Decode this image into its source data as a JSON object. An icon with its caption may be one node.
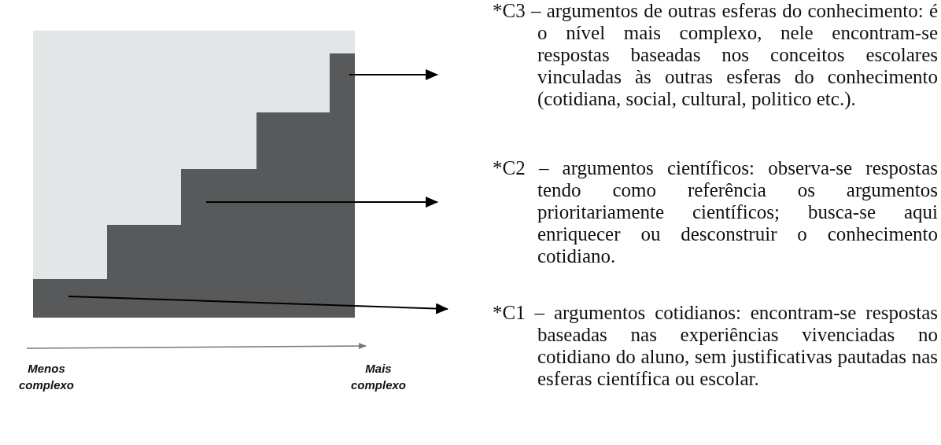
{
  "diagram": {
    "nodes": [
      {
        "text": [],
        "shape": "picture"
      },
      {
        "text": [
          "*C3 – argumentos de outras esferas do conhecimento: é o nível mais complexo, nele encontram-se respostas baseadas nos conceitos escolares vinculadas às outras esferas do conhecimento (cotidiana, social, cultural, politico etc.)."
        ]
      },
      {
        "text": [
          "*C2 – argumentos científicos: observa-se respostas tendo como referência os argumentos prioritariamente científicos;  busca-se aqui enriquecer ou desconstruir o conhecimento cotidiano."
        ]
      },
      {
        "text": [
          "*C1 – argumentos cotidianos: encontram-se respostas baseadas nas experiências vivenciadas no cotidiano do aluno, sem justificativas pautadas nas esferas científica ou escolar."
        ]
      }
    ],
    "edges": [
      {
        "from": 0,
        "to": 1,
        "arrow": "to"
      },
      {
        "from": 0,
        "to": 2,
        "arrow": "to"
      },
      {
        "from": 0,
        "to": 3,
        "arrow": "to"
      }
    ],
    "labels": [
      "Menos complexo",
      "Mais complexo"
    ]
  }
}
